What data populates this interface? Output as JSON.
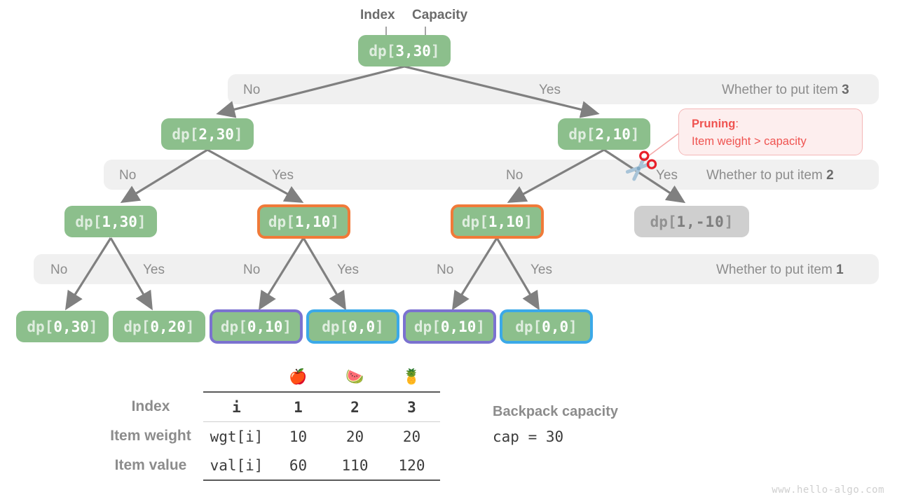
{
  "annotations": {
    "index_label": "Index",
    "capacity_label": "Capacity",
    "pruning_title": "Pruning",
    "pruning_colon": ":",
    "pruning_reason": "Item weight > capacity",
    "watermark": "www.hello-algo.com"
  },
  "colors": {
    "node_green": "#8cbf8c",
    "node_muted": "#cfcfcf",
    "ring_orange": "#f07a39",
    "ring_purple": "#7b72d0",
    "ring_blue": "#3ba9e8",
    "band_gray": "#f0f0f0",
    "edge_gray": "#808080",
    "pruning_red": "#ef5350",
    "pruning_bg": "#fdeeee",
    "label_gray": "#8c8c8c"
  },
  "levels": [
    {
      "id": "level-3",
      "label_prefix": "Whether to put item ",
      "label_item": "3",
      "branches": [
        "No",
        "Yes"
      ]
    },
    {
      "id": "level-2",
      "label_prefix": "Whether to put item ",
      "label_item": "2",
      "branches": [
        "No",
        "Yes",
        "No",
        "Yes"
      ]
    },
    {
      "id": "level-1",
      "label_prefix": "Whether to put item ",
      "label_item": "1",
      "branches": [
        "No",
        "Yes",
        "No",
        "Yes",
        "No",
        "Yes"
      ]
    }
  ],
  "nodes": {
    "root": {
      "prefix": "dp[",
      "value": "3,30",
      "suffix": "]"
    },
    "n2_30": {
      "prefix": "dp[",
      "value": "2,30",
      "suffix": "]"
    },
    "n2_10": {
      "prefix": "dp[",
      "value": "2,10",
      "suffix": "]"
    },
    "n1_30": {
      "prefix": "dp[",
      "value": "1,30",
      "suffix": "]"
    },
    "n1_10a": {
      "prefix": "dp[",
      "value": "1,10",
      "suffix": "]"
    },
    "n1_10b": {
      "prefix": "dp[",
      "value": "1,10",
      "suffix": "]"
    },
    "n1_neg": {
      "prefix": "dp[",
      "value": "1,-10",
      "suffix": "]"
    },
    "n0_30": {
      "prefix": "dp[",
      "value": "0,30",
      "suffix": "]"
    },
    "n0_20": {
      "prefix": "dp[",
      "value": "0,20",
      "suffix": "]"
    },
    "n0_10a": {
      "prefix": "dp[",
      "value": "0,10",
      "suffix": "]"
    },
    "n0_0a": {
      "prefix": "dp[",
      "value": "0,0",
      "suffix": "]"
    },
    "n0_10b": {
      "prefix": "dp[",
      "value": "0,10",
      "suffix": "]"
    },
    "n0_0b": {
      "prefix": "dp[",
      "value": "0,0",
      "suffix": "]"
    }
  },
  "table": {
    "emoji_header": [
      "🍎",
      "🍉",
      "🍍"
    ],
    "rows": [
      {
        "label": "Index",
        "key": "i",
        "values": [
          "1",
          "2",
          "3"
        ]
      },
      {
        "label": "Item weight",
        "key": "wgt[i]",
        "values": [
          "10",
          "20",
          "20"
        ]
      },
      {
        "label": "Item value",
        "key": "val[i]",
        "values": [
          "60",
          "110",
          "120"
        ]
      }
    ]
  },
  "capacity": {
    "title": "Backpack capacity",
    "expression": "cap = 30"
  },
  "chart_data": {
    "type": "table",
    "title": "0-1 Knapsack recursion tree with pruning",
    "categories": [
      "1",
      "2",
      "3"
    ],
    "series": [
      {
        "name": "wgt[i]",
        "values": [
          10,
          20,
          20
        ]
      },
      {
        "name": "val[i]",
        "values": [
          60,
          110,
          120
        ]
      }
    ],
    "capacity": 30
  }
}
